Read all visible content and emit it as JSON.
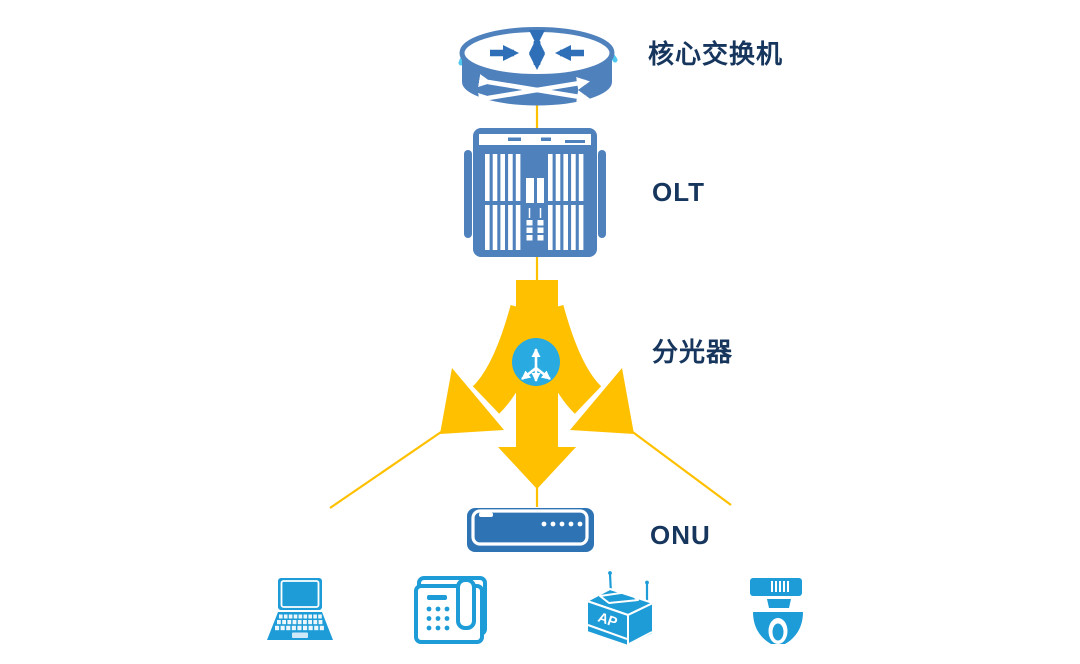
{
  "diagram": {
    "background_color": "#ffffff",
    "colors": {
      "device_blue": "#4F81BD",
      "onu_blue": "#2E74B5",
      "terminal_blue": "#1E9CD7",
      "splitter_badge_blue": "#29ABE2",
      "link_yellow": "#FFC000",
      "halo_cyan": "#4FC8F0",
      "label_navy": "#17365D"
    },
    "nodes": [
      {
        "id": "core-switch",
        "label": "核心交换机",
        "icon": "core-switch-icon"
      },
      {
        "id": "olt",
        "label": "OLT",
        "icon": "olt-chassis-icon"
      },
      {
        "id": "splitter",
        "label": "分光器",
        "icon": "optical-splitter-icon"
      },
      {
        "id": "onu",
        "label": "ONU",
        "icon": "onu-modem-icon"
      }
    ],
    "terminals": [
      {
        "id": "laptop",
        "icon": "laptop-icon"
      },
      {
        "id": "desk-phone",
        "icon": "desk-phone-icon"
      },
      {
        "id": "wireless-ap",
        "icon": "wireless-ap-icon",
        "label": "AP"
      },
      {
        "id": "dome-camera",
        "icon": "dome-camera-icon"
      }
    ]
  }
}
